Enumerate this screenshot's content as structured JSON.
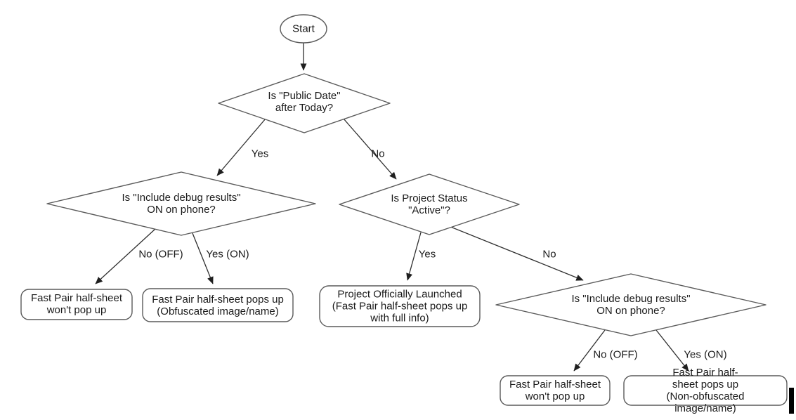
{
  "diagram": {
    "title_hint": "Fast Pair half-sheet decision flowchart",
    "colors": {
      "background": "#ffffff",
      "shape_stroke": "#5a5a5a",
      "arrow_stroke": "#2e2e2e",
      "text": "#1a1a1a",
      "cursor_artifact": "#000000"
    },
    "nodes": {
      "start": "Start",
      "decision_public_date": "Is \"Public Date\"\nafter Today?",
      "decision_debug_left": "Is \"Include debug results\"\nON on phone?",
      "decision_project_status": "Is Project Status\n\"Active\"?",
      "decision_debug_right": "Is \"Include debug results\"\nON on phone?",
      "result_no_popup_left": "Fast Pair half-sheet\nwon't pop up",
      "result_obfuscated": "Fast Pair half-sheet pops up\n(Obfuscated image/name)",
      "result_launched": "Project Officially Launched\n(Fast Pair half-sheet pops up\nwith full info)",
      "result_no_popup_right": "Fast Pair half-sheet\nwon't pop up",
      "result_non_obfuscated": "Fast Pair half-sheet pops up\n(Non-obfuscated image/name)"
    },
    "edge_labels": {
      "yes_1": "Yes",
      "no_1": "No",
      "no_off_1": "No (OFF)",
      "yes_on_1": "Yes (ON)",
      "yes_2": "Yes",
      "no_2": "No",
      "no_off_2": "No (OFF)",
      "yes_on_2": "Yes (ON)"
    }
  }
}
